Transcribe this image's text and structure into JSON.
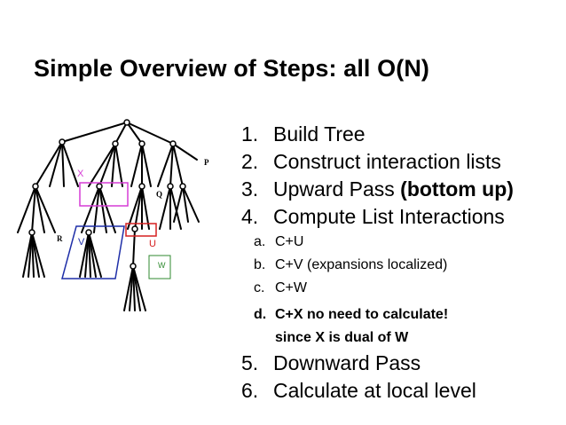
{
  "title": "Simple Overview of Steps: all O(N)",
  "steps": [
    {
      "num": "1.",
      "text": "Build Tree"
    },
    {
      "num": "2.",
      "text": "Construct interaction lists"
    },
    {
      "num": "3.",
      "text": "Upward Pass ",
      "bold": "(bottom up)"
    },
    {
      "num": "4.",
      "text": "Compute List Interactions"
    },
    {
      "num": "5.",
      "text": "Downward Pass"
    },
    {
      "num": "6.",
      "text": "Calculate at local level"
    }
  ],
  "substeps": [
    {
      "letter": "a.",
      "text": "C+U"
    },
    {
      "letter": "b.",
      "text": "C+V (expansions localized)"
    },
    {
      "letter": "c.",
      "text": "C+W"
    },
    {
      "letter": "d.",
      "text": "C+X no need to calculate!",
      "cont": "since X is dual of W"
    }
  ],
  "tree_labels": {
    "x": "X",
    "v": "V",
    "u": "U",
    "w": "W",
    "p": "P",
    "q": "Q",
    "r": "R"
  },
  "colors": {
    "x_box": "#d63cd6",
    "v_box": "#1f2fa8",
    "u_box": "#d62020",
    "w_box": "#2f8a2f"
  }
}
